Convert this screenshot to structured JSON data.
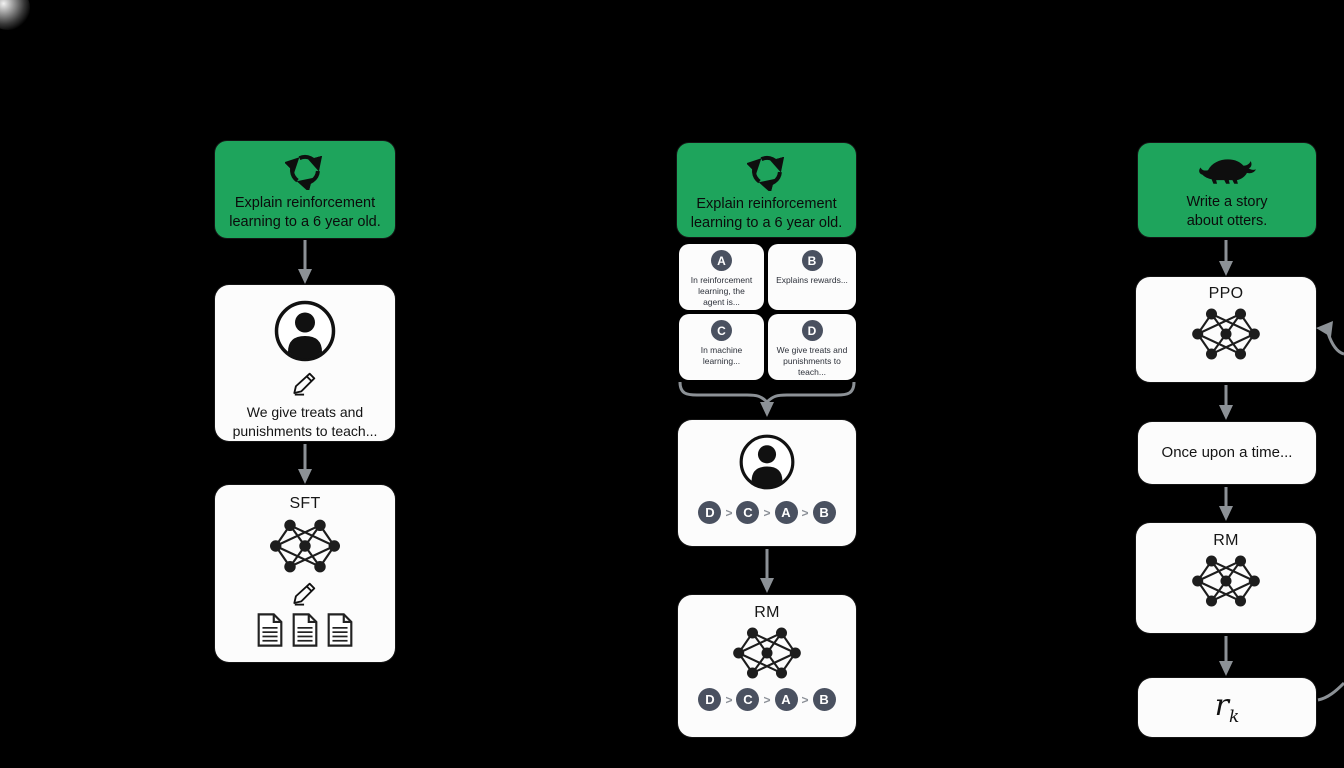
{
  "colors": {
    "green": "#1ea45c",
    "box": "#fcfcfc",
    "arrow": "#8c9196",
    "letter_circle": "#4a5160",
    "ink": "#141414"
  },
  "gt": ">",
  "step1": {
    "prompt_text": "Explain reinforcement\nlearning to a 6 year old.",
    "labeler_text": "We give treats and\npunishments to teach...",
    "model_label": "SFT"
  },
  "step2": {
    "prompt_text": "Explain reinforcement\nlearning to a 6 year old.",
    "answers": [
      {
        "letter": "A",
        "text": "In reinforcement\nlearning, the\nagent is..."
      },
      {
        "letter": "B",
        "text": "Explains rewards..."
      },
      {
        "letter": "C",
        "text": "In machine\nlearning..."
      },
      {
        "letter": "D",
        "text": "We give treats and\npunishments to\nteach..."
      }
    ],
    "ranking": [
      "D",
      "C",
      "A",
      "B"
    ],
    "model_label": "RM"
  },
  "step3": {
    "prompt_text": "Write a story\nabout otters.",
    "policy_label": "PPO",
    "output_text": "Once upon a time...",
    "model_label": "RM",
    "reward": {
      "base": "r",
      "sub": "k"
    }
  }
}
